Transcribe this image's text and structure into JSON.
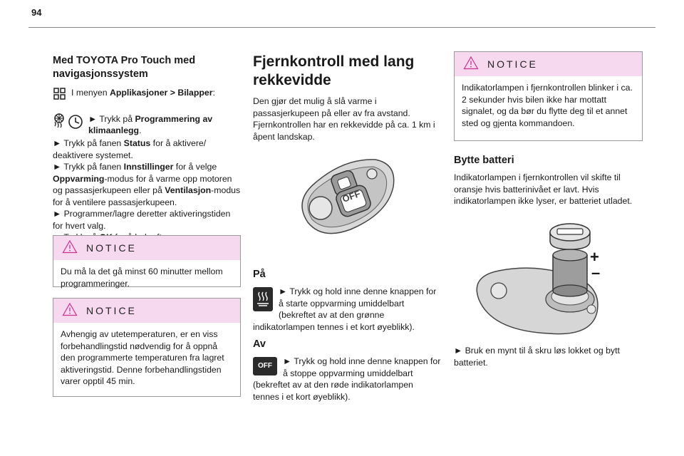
{
  "page": {
    "number": "94"
  },
  "col1": {
    "heading": "Med TOYOTA Pro Touch med navigasjonssystem",
    "line1_pre": "I menyen ",
    "line1_bold": "Applikasjoner > Bilapper",
    "line1_post": ":",
    "step1_pre": "► Trykk på ",
    "step1_bold": "Programmering av klimaanlegg",
    "step1_post": ".",
    "step2_pre": "► Trykk på fanen ",
    "step2_bold": "Status",
    "step2_post": " for å aktivere/ deaktivere systemet.",
    "step3_pre": "► Trykk på fanen ",
    "step3_bold": "Innstillinger",
    "step3_mid": " for å velge ",
    "step3_bold2": "Oppvarming",
    "step3_mid2": "-modus for å varme opp motoren og passasjerkupeen eller på ",
    "step3_bold3": "Ventilasjon",
    "step3_post": "-modus for å ventilere passasjerkupeen.",
    "step4": "► Programmer/lagre deretter aktiveringstiden for hvert valg.",
    "step5_pre": "► Trykk på ",
    "step5_bold": "OK",
    "step5_post": " for å bekrefte.",
    "notice1": {
      "title": "NOTICE",
      "body": "Du må la det gå minst 60 minutter mellom programmeringer."
    },
    "notice2": {
      "title": "NOTICE",
      "body": "Avhengig av utetemperaturen, er en viss forbehandlingstid nødvendig for å oppnå den programmerte temperaturen fra lagret aktiveringstid. Denne forbehandlingstiden varer opptil 45 min."
    }
  },
  "col2": {
    "heading": "Fjernkontroll med lang rekkevidde",
    "intro": "Den gjør det mulig å slå varme i passasjerkupeen på eller av fra avstand. Fjernkontrollen har en rekkevidde på ca. 1 km i åpent landskap.",
    "remote_off_label": "OFF",
    "on_heading": "På",
    "on_text": "► Trykk og hold inne denne knappen for å starte oppvarming umiddelbart (bekreftet av at den grønne indikatorlampen tennes i et kort øyeblikk).",
    "off_heading": "Av",
    "off_icon_label": "OFF",
    "off_text": "► Trykk og hold inne denne knappen for å stoppe oppvarming umiddelbart (bekreftet av at den røde indikatorlampen tennes i et kort øyeblikk)."
  },
  "col3": {
    "notice": {
      "title": "NOTICE",
      "body": "Indikatorlampen i fjernkontrollen blinker i ca. 2 sekunder hvis bilen ikke har mottatt signalet, og da bør du flytte deg til et annet sted og gjenta kommandoen."
    },
    "battery_heading": "Bytte batteri",
    "battery_text": "Indikatorlampen i fjernkontrollen vil skifte til oransje hvis batterinivået er lavt. Hvis indikatorlampen ikke lyser, er batteriet utladet.",
    "plus": "+",
    "minus": "–",
    "coin_text": "► Bruk en mynt til å skru løs lokket og bytt batteriet."
  }
}
